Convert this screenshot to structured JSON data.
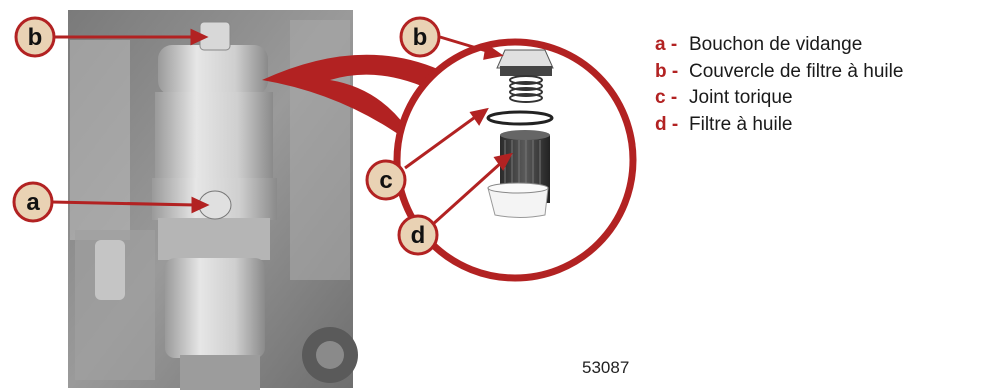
{
  "callouts": {
    "photo_b": "b",
    "photo_a": "a",
    "inset_b": "b",
    "inset_c": "c",
    "inset_d": "d"
  },
  "legend": {
    "items": [
      {
        "key": "a -",
        "text": "Bouchon de vidange"
      },
      {
        "key": "b -",
        "text": "Couvercle de filtre à huile"
      },
      {
        "key": "c -",
        "text": "Joint torique"
      },
      {
        "key": "d -",
        "text": "Filtre à huile"
      }
    ]
  },
  "figure_number": "53087",
  "colors": {
    "accent_red": "#b22222",
    "photo_gray": "#8c8c8c",
    "callout_fill": "#e9d2b4"
  }
}
